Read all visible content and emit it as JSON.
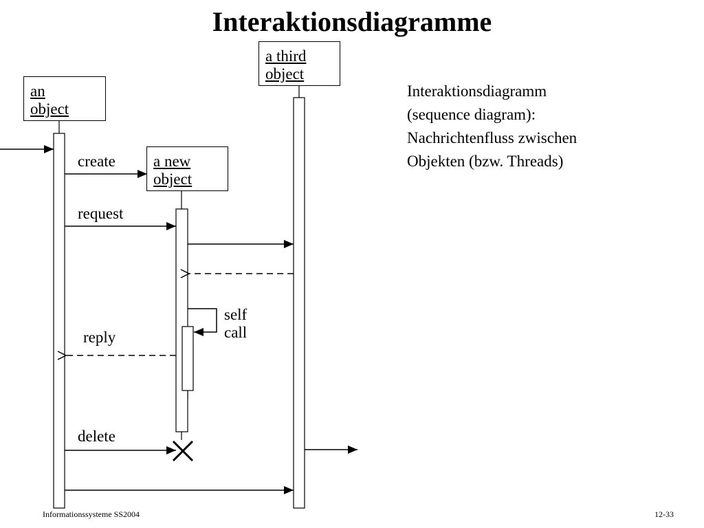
{
  "title": "Interaktionsdiagramme",
  "objects": {
    "an_object": [
      "an",
      "object"
    ],
    "a_new_object": [
      "a new",
      "object"
    ],
    "a_third_object": [
      "a third",
      "object"
    ]
  },
  "messages": {
    "create": "create",
    "request": "request",
    "self_call": [
      "self",
      "call"
    ],
    "reply": "reply",
    "delete": "delete"
  },
  "description": [
    "Interaktionsdiagramm",
    "(sequence diagram):",
    "Nachrichtenfluss zwischen",
    "Objekten (bzw. Threads)"
  ],
  "footer": {
    "left": "Informationssysteme SS2004",
    "right": "12-33"
  }
}
